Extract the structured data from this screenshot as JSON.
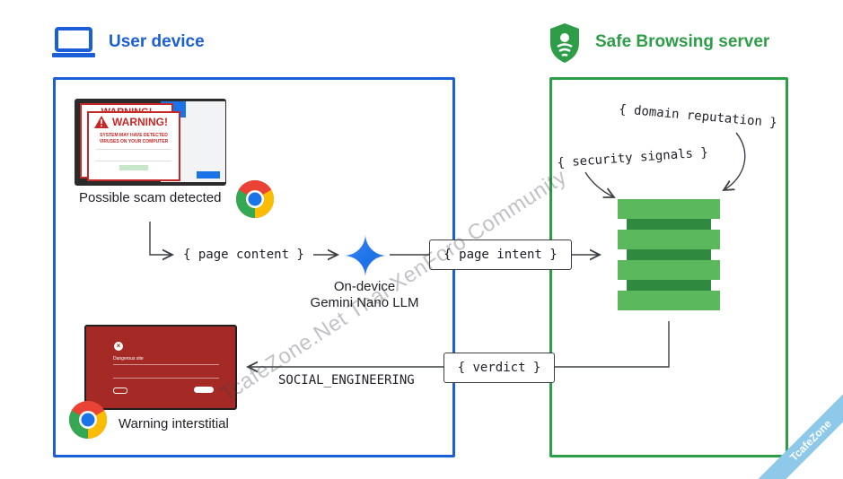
{
  "user_device": {
    "title": "User device"
  },
  "server": {
    "title": "Safe Browsing server"
  },
  "scam": {
    "caption": "Possible scam detected",
    "popup_header": "WARNING!",
    "popup_title": "WARNING!",
    "popup_line1": "SYSTEM MAY HAVE DETECTED",
    "popup_line2": "VIRUSES ON YOUR COMPUTER"
  },
  "flow": {
    "page_content": "{ page content }",
    "page_intent": "{ page intent }",
    "verdict": "{ verdict }",
    "verdict_value": "SOCIAL_ENGINEERING",
    "domain_reputation": "{ domain reputation }",
    "security_signals": "{ security signals }"
  },
  "llm": {
    "line1": "On-device",
    "line2": "Gemini Nano LLM"
  },
  "interstitial": {
    "caption": "Warning interstitial",
    "title": "Dangerous site"
  },
  "watermark": {
    "main": "TcafeZone.Net Thai XenForo Community",
    "corner": "TcafeZone"
  },
  "colors": {
    "blue": "#1a5fd6",
    "green": "#2e9d48",
    "server_stack": "#5cb85c",
    "interstitial_red": "#a52a26"
  }
}
